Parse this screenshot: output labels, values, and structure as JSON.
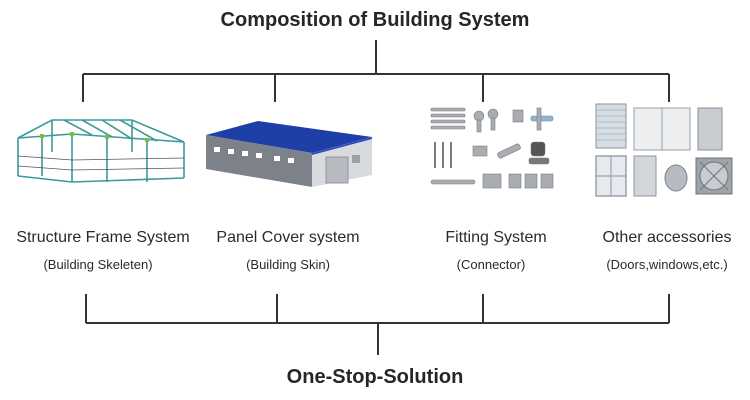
{
  "title": "Composition of Building System",
  "bottom_title": "One-Stop-Solution",
  "components": [
    {
      "label": "Structure Frame System",
      "sub": "(Building Skeleten)",
      "image_icon": "steel-frame-icon"
    },
    {
      "label": "Panel Cover system",
      "sub": "(Building Skin)",
      "image_icon": "warehouse-icon"
    },
    {
      "label": "Fitting System",
      "sub": "(Connector)",
      "image_icon": "fittings-icon"
    },
    {
      "label": "Other accessories",
      "sub": "(Doors,windows,etc.)",
      "image_icon": "doors-windows-icon"
    }
  ],
  "colors": {
    "lines": "#333333",
    "roof": "#1f3fa8",
    "frame_steel": "#3a9a9a"
  }
}
